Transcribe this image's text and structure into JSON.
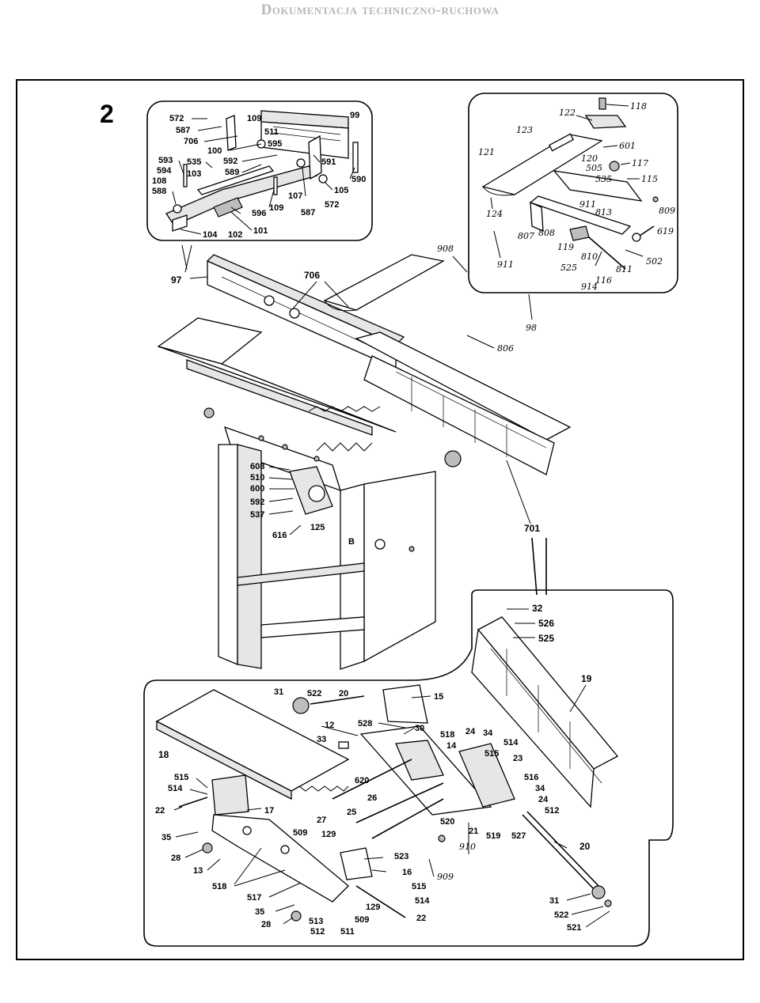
{
  "header": {
    "title": "Dokumentacja techniczno-ruchowa"
  },
  "figure": {
    "number": "2"
  },
  "colors": {
    "ink": "#000000",
    "header_gray": "#b8b8b8",
    "paper": "#ffffff"
  },
  "callouts": {
    "detail_top_left": [
      "572",
      "587",
      "109",
      "99",
      "511",
      "706",
      "595",
      "100",
      "592",
      "591",
      "593",
      "535",
      "594",
      "103",
      "589",
      "590",
      "108",
      "588",
      "107",
      "105",
      "109",
      "587",
      "572",
      "596",
      "101",
      "104",
      "102"
    ],
    "detail_top_right": [
      "118",
      "122",
      "123",
      "601",
      "121",
      "120",
      "505",
      "117",
      "115",
      "535",
      "124",
      "911",
      "813",
      "807",
      "808",
      "119",
      "525",
      "810",
      "811",
      "502",
      "619",
      "911",
      "116",
      "914",
      "809"
    ],
    "main_machine": [
      "97",
      "706",
      "908",
      "98",
      "806",
      "608",
      "510",
      "600",
      "592",
      "537",
      "125",
      "616",
      "701"
    ],
    "detail_bottom_right": [
      "32",
      "526",
      "525",
      "19"
    ],
    "detail_bottom": [
      "31",
      "522",
      "20",
      "15",
      "12",
      "528",
      "30",
      "518",
      "24",
      "34",
      "14",
      "515",
      "514",
      "33",
      "18",
      "23",
      "516",
      "34",
      "24",
      "512",
      "515",
      "514",
      "620",
      "26",
      "17",
      "22",
      "25",
      "27",
      "520",
      "21",
      "519",
      "527",
      "20",
      "35",
      "509",
      "129",
      "910",
      "28",
      "13",
      "523",
      "16",
      "515",
      "514",
      "909",
      "518",
      "517",
      "35",
      "129",
      "22",
      "28",
      "513",
      "509",
      "512",
      "511",
      "31",
      "522",
      "521"
    ]
  }
}
